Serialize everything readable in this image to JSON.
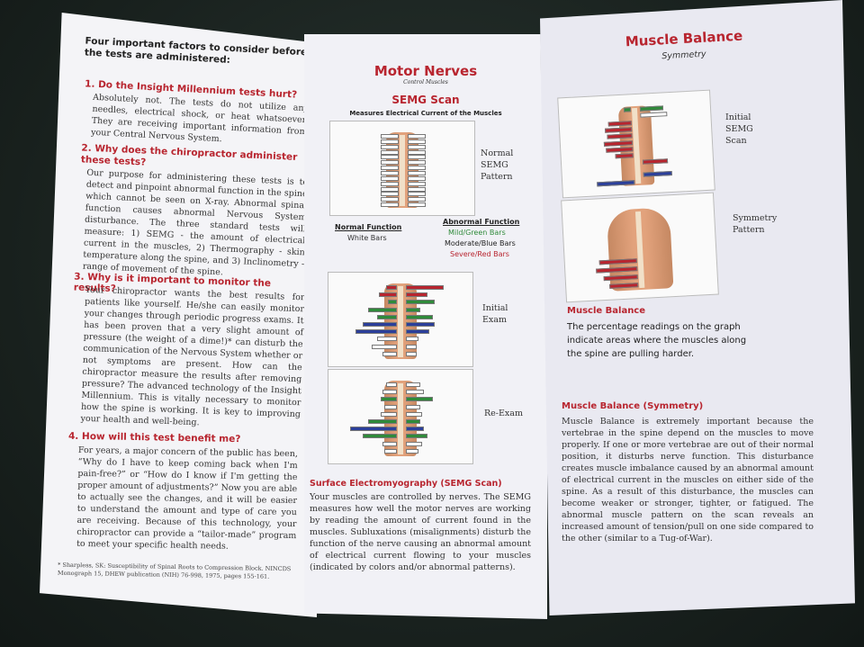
{
  "left": {
    "intro": "Four important factors to consider before the tests are administered:",
    "q1": "1. Do the Insight Millennium tests hurt?",
    "a1": "Absolutely not. The tests do not utilize any needles, electrical shock, or heat whatsoever. They are receiving important information from your Central Nervous System.",
    "q2": "2. Why does the chiropractor administer these tests?",
    "a2": "Our purpose for administering these tests is to detect and pinpoint abnormal function in the spine which cannot be seen on X-ray. Abnormal spinal function causes abnormal Nervous System disturbance. The three standard tests will measure: 1) SEMG - the amount of electrical current in the muscles, 2) Thermography - skin temperature along the spine, and 3) Inclinometry - range of movement of the spine.",
    "q3": "3. Why is it important to monitor the results?",
    "a3": "Your chiropractor wants the best results for patients like yourself. He/she can easily monitor your changes through periodic progress exams. It has been proven that a very slight amount of pressure (the weight of a dime!)* can disturb the communication of the Nervous System whether or not symptoms are present. How can the chiropractor measure the results after removing pressure? The advanced technology of the Insight Millennium. This is vitally necessary to monitor how the spine is working. It is key to improving your health and well-being.",
    "q4": "4. How will this test benefit me?",
    "a4": "For years, a major concern of the public has been, “Why do I have to keep coming back when I'm pain-free?” or “How do I know if I'm getting the proper amount of adjustments?” Now you are able to actually see the changes, and it will be easier to understand the amount and type of care you are receiving. Because of this technology, your chiropractor can provide a “tailor-made” program to meet your specific health needs.",
    "footnote": "* Sharpless, SK: Susceptibility of Spinal Roots to Compression Block. NINCDS Monograph 15, DHEW publication (NIH) 76-998, 1975, pages 155-161."
  },
  "middle": {
    "title": "Motor Nerves",
    "subtitle": "Control Muscles",
    "semg_title": "SEMG Scan",
    "semg_sub": "Measures Electrical Current of the Muscles",
    "normal_label": "Normal SEMG Pattern",
    "normal_function": "Normal Function",
    "white_bars": "White Bars",
    "abnormal_function": "Abnormal Function",
    "mild": "Mild/Green Bars",
    "moderate": "Moderate/Blue Bars",
    "severe": "Severe/Red Bars",
    "initial_exam": "Initial Exam",
    "re_exam": "Re-Exam",
    "surface_title": "Surface Electromyography (SEMG Scan)",
    "surface_text": "Your muscles are controlled by nerves. The SEMG measures how well the motor nerves are working by reading the amount of current found in the muscles. Subluxations (misalignments) disturb the function of the nerve causing an abnormal amount of electrical current flowing to your muscles (indicated by colors and/or abnormal patterns)."
  },
  "right": {
    "title": "Muscle Balance",
    "subtitle": "Symmetry",
    "initial_label": "Initial SEMG Scan",
    "symmetry_label": "Symmetry Pattern",
    "mb_heading": "Muscle Balance",
    "mb_text": "The percentage readings on the graph indicate areas where the muscles along the spine are pulling harder.",
    "mbs_heading": "Muscle Balance (Symmetry)",
    "mbs_text": "Muscle Balance is extremely important because the vertebrae in the spine depend on the muscles to move properly. If one or more vertebrae are out of their normal position, it disturbs nerve function. This disturbance creates muscle imbalance caused by an abnormal amount of electrical current in the muscles on either side of the spine. As a result of this disturbance, the muscles can become weaker or stronger, tighter, or fatigued. The abnormal muscle pattern on the scan reveals an increased amount of tension/pull on one side compared to the other (similar to a Tug-of-War)."
  },
  "colors": {
    "red": "#b8252f",
    "green": "#2f8a3a",
    "blue": "#2b3f9a",
    "white_bar": "#ffffff"
  }
}
